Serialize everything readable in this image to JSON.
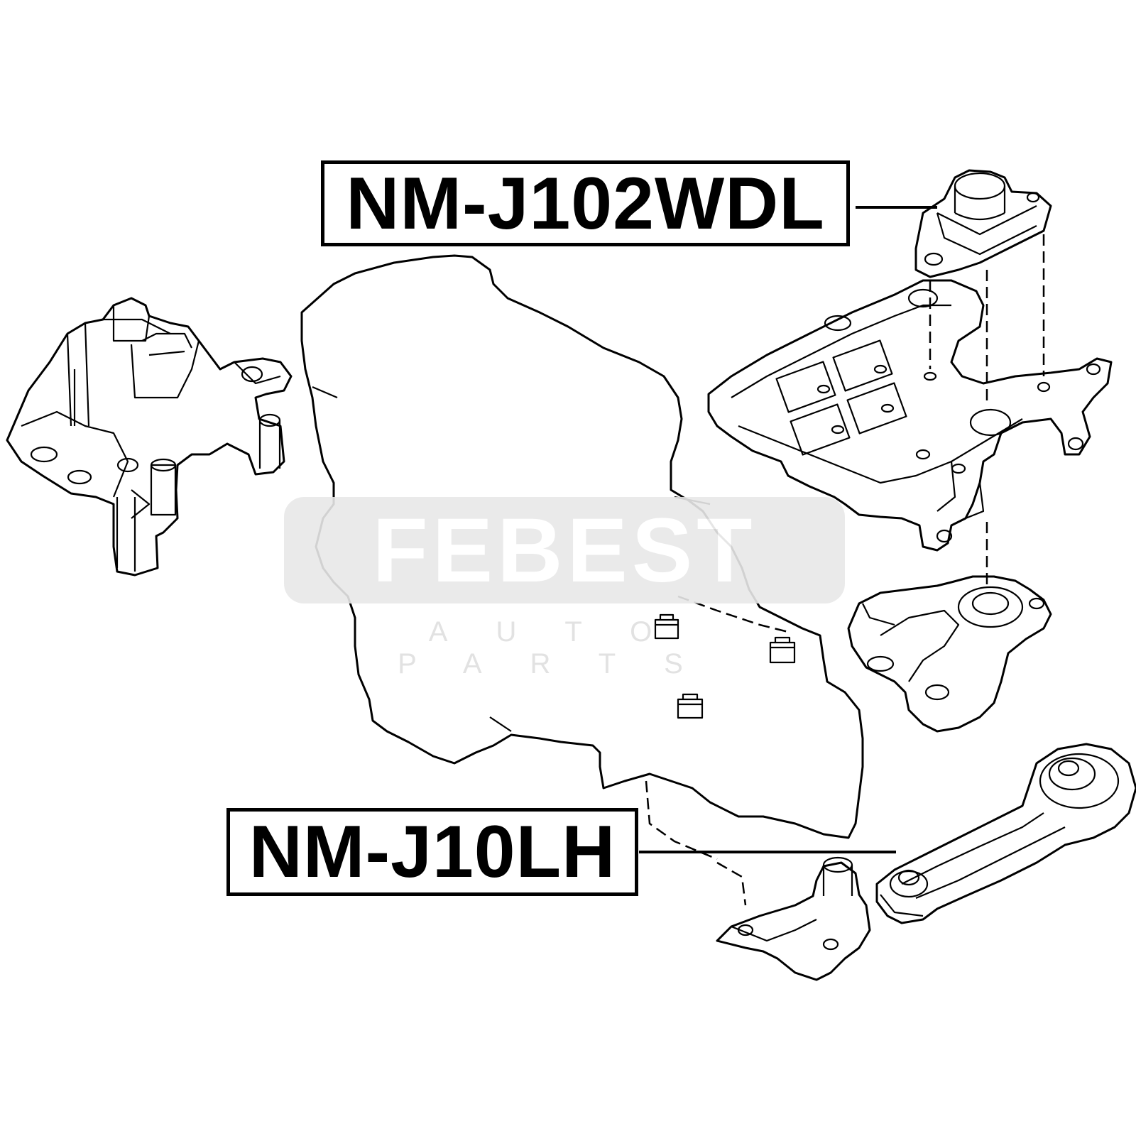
{
  "parts": {
    "top_label": "NM-J102WDL",
    "bottom_label": "NM-J10LH"
  },
  "watermark": {
    "brand": "FEBEST",
    "tagline": "AUTO PARTS"
  },
  "icons": {
    "engine": "engine-outline-icon",
    "left_mount": "transmission-mount-icon",
    "top_right_mount": "engine-mount-icon",
    "bracket": "mount-bracket-icon",
    "lower_right_mount": "rubber-mount-icon",
    "torque_rod": "torque-rod-icon",
    "small_bracket": "small-bracket-icon"
  },
  "colors": {
    "line": "#000000",
    "background": "#ffffff",
    "watermark": "#e8e8e8"
  }
}
